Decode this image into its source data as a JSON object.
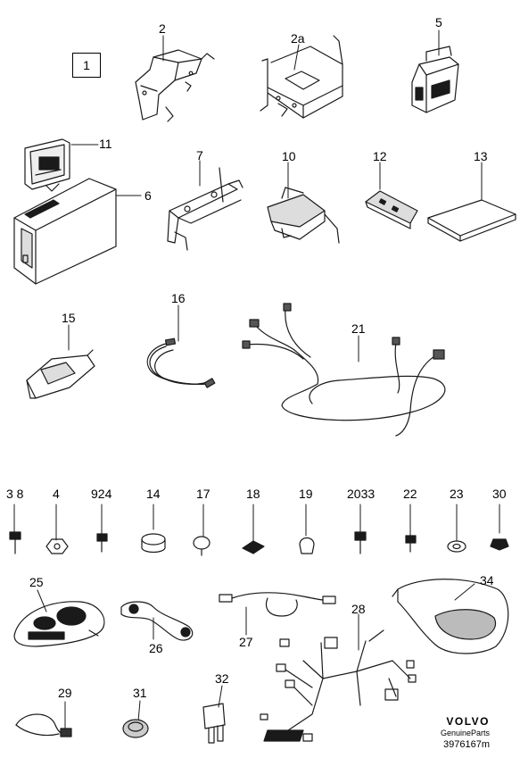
{
  "diagram": {
    "parts": [
      {
        "key": "p1",
        "label": "1"
      },
      {
        "key": "p2",
        "label": "2"
      },
      {
        "key": "p2a",
        "label": "2a"
      },
      {
        "key": "p5",
        "label": "5"
      },
      {
        "key": "p11",
        "label": "11"
      },
      {
        "key": "p6",
        "label": "6"
      },
      {
        "key": "p7",
        "label": "7"
      },
      {
        "key": "p10",
        "label": "10"
      },
      {
        "key": "p12",
        "label": "12"
      },
      {
        "key": "p13",
        "label": "13"
      },
      {
        "key": "p15",
        "label": "15"
      },
      {
        "key": "p16",
        "label": "16"
      },
      {
        "key": "p21",
        "label": "21"
      },
      {
        "key": "p3_8",
        "label": "3 8"
      },
      {
        "key": "p4",
        "label": "4"
      },
      {
        "key": "p9_24",
        "label": "924"
      },
      {
        "key": "p14",
        "label": "14"
      },
      {
        "key": "p17",
        "label": "17"
      },
      {
        "key": "p18",
        "label": "18"
      },
      {
        "key": "p19",
        "label": "19"
      },
      {
        "key": "p20_33",
        "label": "2033"
      },
      {
        "key": "p22",
        "label": "22"
      },
      {
        "key": "p23",
        "label": "23"
      },
      {
        "key": "p30",
        "label": "30"
      },
      {
        "key": "p25",
        "label": "25"
      },
      {
        "key": "p26",
        "label": "26"
      },
      {
        "key": "p27",
        "label": "27"
      },
      {
        "key": "p28",
        "label": "28"
      },
      {
        "key": "p34",
        "label": "34"
      },
      {
        "key": "p29",
        "label": "29"
      },
      {
        "key": "p31",
        "label": "31"
      },
      {
        "key": "p32",
        "label": "32"
      }
    ]
  },
  "footer": {
    "logo": "VOLVO",
    "brand_sub": "GenuineParts",
    "drawing_code": "3976167m"
  }
}
